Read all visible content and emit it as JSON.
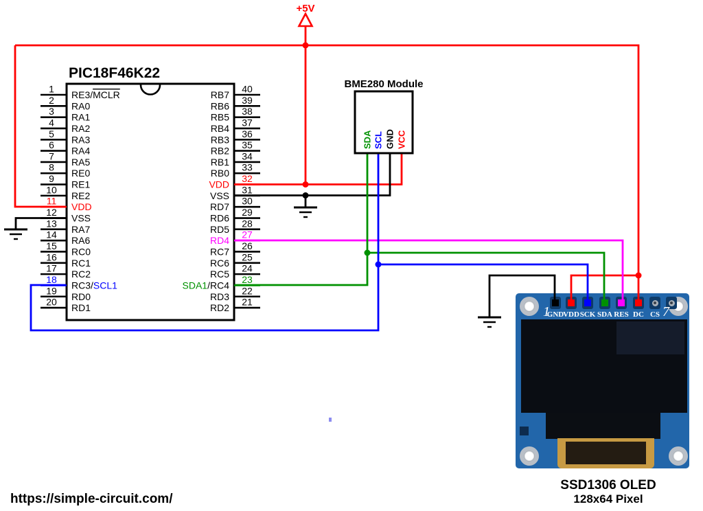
{
  "colors": {
    "red": "#ff0000",
    "black": "#000000",
    "blue": "#0000ff",
    "green": "#009100",
    "magenta": "#ff00ff",
    "pcb": "#2266aa"
  },
  "power": {
    "label": "+5V"
  },
  "url_text": "https://simple-circuit.com/",
  "chip": {
    "title": "PIC18F46K22",
    "left_pins": [
      {
        "num": "1",
        "name_parts": [
          [
            "RE3/",
            "black"
          ],
          [
            "MCLR",
            "black",
            "ol"
          ]
        ]
      },
      {
        "num": "2",
        "name_parts": [
          [
            "RA0",
            "black"
          ]
        ]
      },
      {
        "num": "3",
        "name_parts": [
          [
            "RA1",
            "black"
          ]
        ]
      },
      {
        "num": "4",
        "name_parts": [
          [
            "RA2",
            "black"
          ]
        ]
      },
      {
        "num": "5",
        "name_parts": [
          [
            "RA3",
            "black"
          ]
        ]
      },
      {
        "num": "6",
        "name_parts": [
          [
            "RA4",
            "black"
          ]
        ]
      },
      {
        "num": "7",
        "name_parts": [
          [
            "RA5",
            "black"
          ]
        ]
      },
      {
        "num": "8",
        "name_parts": [
          [
            "RE0",
            "black"
          ]
        ]
      },
      {
        "num": "9",
        "name_parts": [
          [
            "RE1",
            "black"
          ]
        ]
      },
      {
        "num": "10",
        "name_parts": [
          [
            "RE2",
            "black"
          ]
        ]
      },
      {
        "num": "11",
        "num_color": "red",
        "stub": "red",
        "name_parts": [
          [
            "VDD",
            "red"
          ]
        ]
      },
      {
        "num": "12",
        "name_parts": [
          [
            "VSS",
            "black"
          ]
        ]
      },
      {
        "num": "13",
        "name_parts": [
          [
            "RA7",
            "black"
          ]
        ]
      },
      {
        "num": "14",
        "name_parts": [
          [
            "RA6",
            "black"
          ]
        ]
      },
      {
        "num": "15",
        "name_parts": [
          [
            "RC0",
            "black"
          ]
        ]
      },
      {
        "num": "16",
        "name_parts": [
          [
            "RC1",
            "black"
          ]
        ]
      },
      {
        "num": "17",
        "name_parts": [
          [
            "RC2",
            "black"
          ]
        ]
      },
      {
        "num": "18",
        "num_color": "blue",
        "stub": "blue",
        "name_parts": [
          [
            "RC3/",
            "black"
          ],
          [
            "SCL1",
            "blue"
          ]
        ]
      },
      {
        "num": "19",
        "name_parts": [
          [
            "RD0",
            "black"
          ]
        ]
      },
      {
        "num": "20",
        "name_parts": [
          [
            "RD1",
            "black"
          ]
        ]
      }
    ],
    "right_pins": [
      {
        "num": "40",
        "name_parts": [
          [
            "RB7",
            "black"
          ]
        ]
      },
      {
        "num": "39",
        "name_parts": [
          [
            "RB6",
            "black"
          ]
        ]
      },
      {
        "num": "38",
        "name_parts": [
          [
            "RB5",
            "black"
          ]
        ]
      },
      {
        "num": "37",
        "name_parts": [
          [
            "RB4",
            "black"
          ]
        ]
      },
      {
        "num": "36",
        "name_parts": [
          [
            "RB3",
            "black"
          ]
        ]
      },
      {
        "num": "35",
        "name_parts": [
          [
            "RB2",
            "black"
          ]
        ]
      },
      {
        "num": "34",
        "name_parts": [
          [
            "RB1",
            "black"
          ]
        ]
      },
      {
        "num": "33",
        "name_parts": [
          [
            "RB0",
            "black"
          ]
        ]
      },
      {
        "num": "32",
        "num_color": "red",
        "stub": "red",
        "name_parts": [
          [
            "VDD",
            "red"
          ]
        ]
      },
      {
        "num": "31",
        "name_parts": [
          [
            "VSS",
            "black"
          ]
        ]
      },
      {
        "num": "30",
        "name_parts": [
          [
            "RD7",
            "black"
          ]
        ]
      },
      {
        "num": "29",
        "name_parts": [
          [
            "RD6",
            "black"
          ]
        ]
      },
      {
        "num": "28",
        "name_parts": [
          [
            "RD5",
            "black"
          ]
        ]
      },
      {
        "num": "27",
        "num_color": "magenta",
        "stub": "magenta",
        "name_parts": [
          [
            "RD4",
            "magenta"
          ]
        ]
      },
      {
        "num": "26",
        "name_parts": [
          [
            "RC7",
            "black"
          ]
        ]
      },
      {
        "num": "25",
        "name_parts": [
          [
            "RC6",
            "black"
          ]
        ]
      },
      {
        "num": "24",
        "name_parts": [
          [
            "RC5",
            "black"
          ]
        ]
      },
      {
        "num": "23",
        "num_color": "green",
        "stub": "green",
        "name_parts": [
          [
            "SDA1",
            "green"
          ],
          [
            "/RC4",
            "black"
          ]
        ]
      },
      {
        "num": "22",
        "name_parts": [
          [
            "RD3",
            "black"
          ]
        ]
      },
      {
        "num": "21",
        "name_parts": [
          [
            "RD2",
            "black"
          ]
        ]
      }
    ]
  },
  "bme": {
    "title": "BME280 Module",
    "pins": [
      {
        "label": "SDA",
        "color": "green"
      },
      {
        "label": "SCL",
        "color": "blue"
      },
      {
        "label": "GND",
        "color": "black"
      },
      {
        "label": "VCC",
        "color": "red"
      }
    ]
  },
  "oled": {
    "left_num": "1",
    "right_num": "7",
    "pins": [
      {
        "label": "GND",
        "wire": "black"
      },
      {
        "label": "VDD",
        "wire": "red"
      },
      {
        "label": "SCK",
        "wire": "blue"
      },
      {
        "label": "SDA",
        "wire": "green"
      },
      {
        "label": "RES",
        "wire": "magenta"
      },
      {
        "label": "DC",
        "wire": "red"
      },
      {
        "label": "CS",
        "wire": null
      },
      {
        "label": "",
        "wire": null
      }
    ],
    "caption_line1": "SSD1306 OLED",
    "caption_line2": "128x64 Pixel"
  }
}
